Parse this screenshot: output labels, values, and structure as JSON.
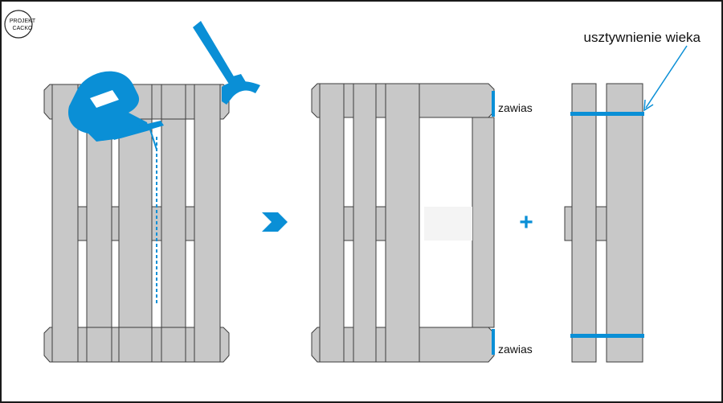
{
  "logo": {
    "line1": "PROJEKT",
    "line2": "CACKO"
  },
  "labels": {
    "hinge_top": "zawias",
    "hinge_bottom": "zawias",
    "lid_stiffener": "usztywnienie wieka"
  },
  "symbols": {
    "arrow": "chevron-right-icon",
    "plus": "+"
  },
  "icons": [
    "jigsaw-icon",
    "hammer-icon"
  ],
  "colors": {
    "wood": "#c8c8c8",
    "outline": "#3d3d3d",
    "accent": "#0a8fd6",
    "frame": "#1a1a1a"
  }
}
